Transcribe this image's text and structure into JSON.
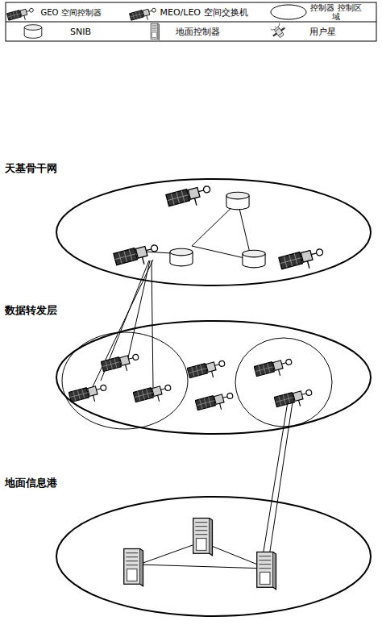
{
  "diagram": {
    "nodes": [
      {
        "text": [
          "天基骨干网"
        ]
      },
      {
        "text": [
          "数据转发层"
        ]
      },
      {
        "text": [
          "地面信息港"
        ]
      }
    ],
    "legend": [
      {
        "text": "GEO 空间控制器"
      },
      {
        "text": "MEO/LEO 空间交换机"
      },
      {
        "text": "控制器 控制区域"
      },
      {
        "text": "SNIB"
      },
      {
        "text": "地面控制器"
      },
      {
        "text": "用户星"
      }
    ]
  }
}
